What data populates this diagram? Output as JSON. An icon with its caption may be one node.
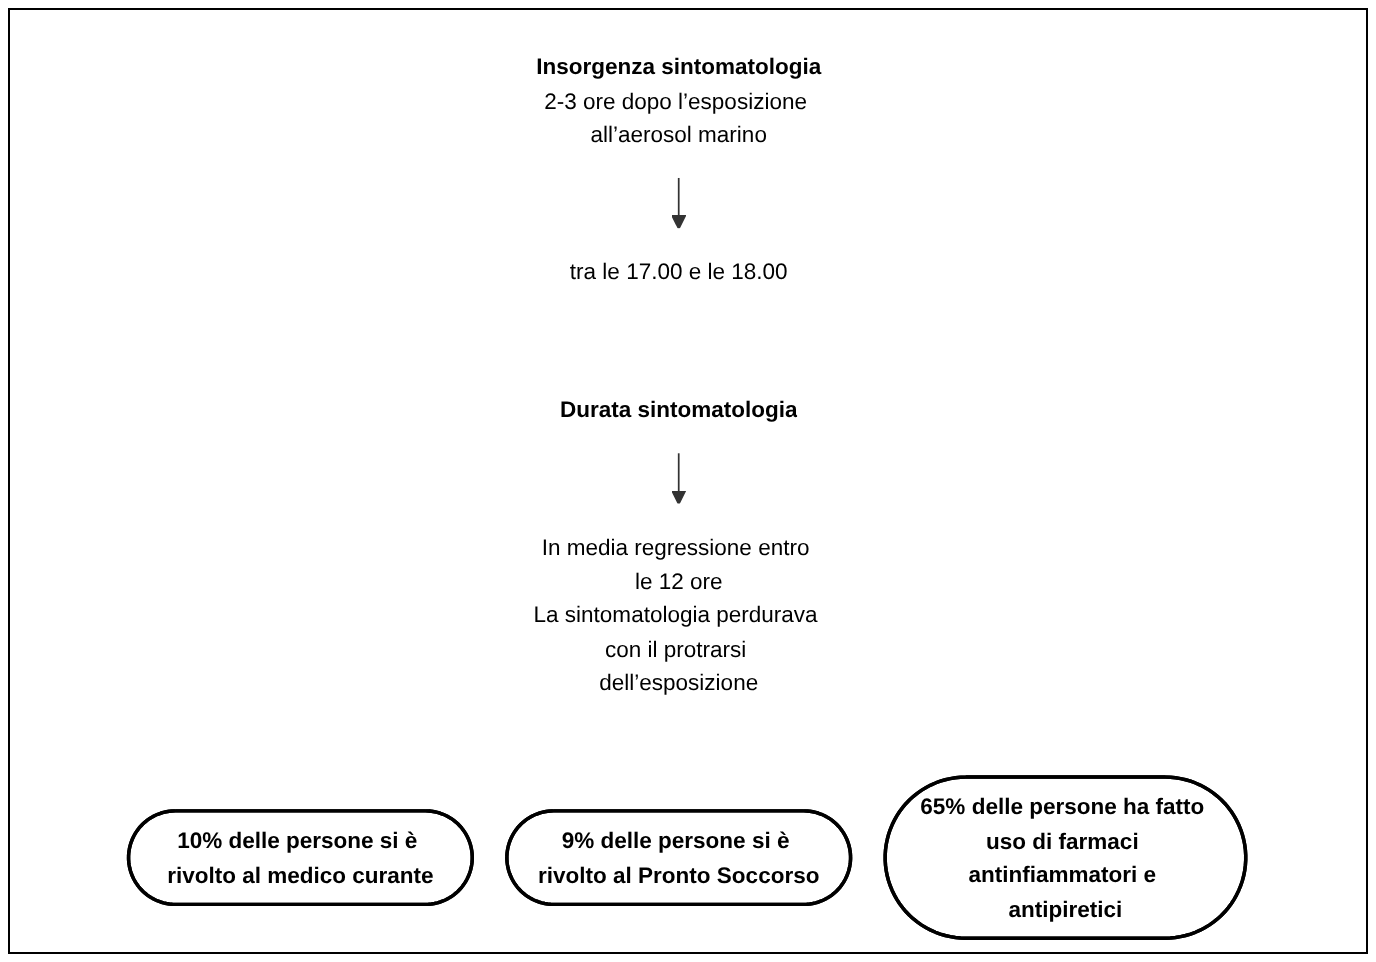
{
  "diagram": {
    "nodes": [
      {
        "text": [
          "Insorgenza sintomatologia",
          "2-3 ore dopo l’esposizione all’aerosol marino"
        ]
      },
      {
        "text": [
          "tra le 17.00 e le 18.00"
        ]
      },
      {
        "text": [
          "Durata sintomatologia"
        ]
      },
      {
        "text": [
          "In media regressione entro le 12 ore",
          "La sintomatologia perdurava con il protrarsi dell’esposizione"
        ]
      },
      {
        "text": [
          "10% delle persone si è rivolto al medico curante"
        ]
      },
      {
        "text": [
          "9% delle persone si è rivolto al Pronto Soccorso"
        ]
      },
      {
        "text": [
          "65% delle persone ha fatto uso di farmaci antinfiammatori e antipiretici"
        ]
      }
    ],
    "edges": [
      {
        "from": 0,
        "to": 1,
        "arrow": "to"
      },
      {
        "from": 2,
        "to": 3,
        "arrow": "to"
      }
    ]
  }
}
